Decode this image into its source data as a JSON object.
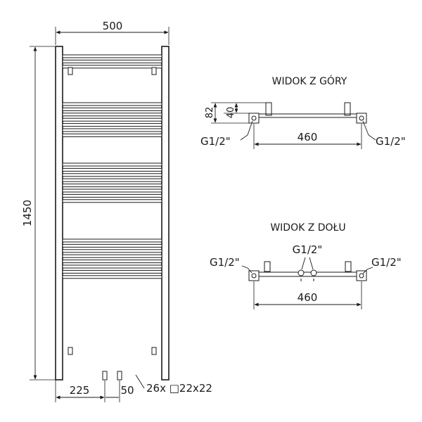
{
  "front_view": {
    "dim_width": "500",
    "dim_height": "1450",
    "dim_left_offset": "225",
    "dim_spacing": "50",
    "tubes_label": "26x □22x22",
    "tube_count": 26
  },
  "top_view": {
    "title": "WIDOK Z GÓRY",
    "dim_82": "82",
    "dim_40": "40",
    "dim_460": "460",
    "thread_left": "G1/2\"",
    "thread_right": "G1/2\""
  },
  "bottom_view": {
    "title": "WIDOK Z DOŁU",
    "dim_460": "460",
    "thread_left": "G1/2\"",
    "thread_center": "G1/2\"",
    "thread_right": "G1/2\""
  }
}
